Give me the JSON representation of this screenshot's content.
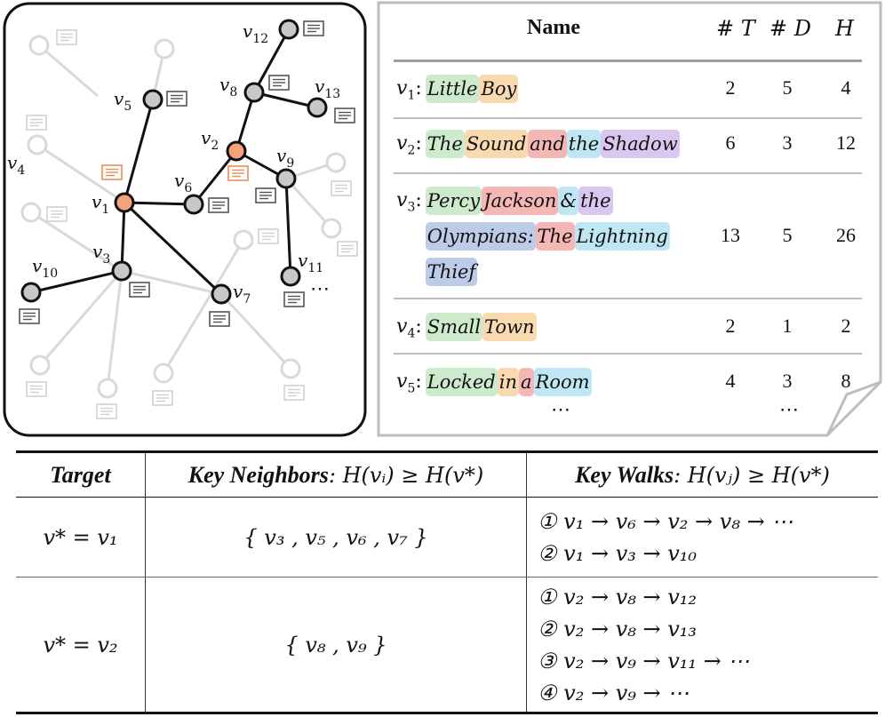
{
  "graph": {
    "node_labels": {
      "v12": "v",
      "v12_sub": "12",
      "v8": "v",
      "v8_sub": "8",
      "v13": "v",
      "v13_sub": "13",
      "v5": "v",
      "v5_sub": "5",
      "v2": "v",
      "v2_sub": "2",
      "v9": "v",
      "v9_sub": "9",
      "v4": "v",
      "v4_sub": "4",
      "v6": "v",
      "v6_sub": "6",
      "v1": "v",
      "v1_sub": "1",
      "v3": "v",
      "v3_sub": "3",
      "v10": "v",
      "v10_sub": "10",
      "v11": "v",
      "v11_sub": "11",
      "v7": "v",
      "v7_sub": "7"
    },
    "ellipsis": "⋯",
    "colors": {
      "highlight": "#f4a27a",
      "node": "#c8c8c8",
      "faded": "#d9d9d9",
      "edge": "#111111"
    }
  },
  "attributes": {
    "headers": {
      "name": "Name",
      "t": "# T",
      "d": "# D",
      "h": "H"
    },
    "rows": [
      {
        "v": "v",
        "sub": "1",
        "tokens": [
          [
            "Little",
            "#cdeacc"
          ],
          [
            "Boy",
            "#f8d9b0"
          ]
        ],
        "t": "2",
        "d": "5",
        "h": "4"
      },
      {
        "v": "v",
        "sub": "2",
        "tokens": [
          [
            "The",
            "#cdeacc"
          ],
          [
            "Sound",
            "#f8d9b0"
          ],
          [
            "and",
            "#f5b6b6"
          ],
          [
            "the",
            "#bfe6f3"
          ],
          [
            "Shadow",
            "#d9c7ef"
          ]
        ],
        "t": "6",
        "d": "3",
        "h": "12"
      },
      {
        "v": "v",
        "sub": "3",
        "tokens": [
          [
            "Percy",
            "#cdeacc"
          ],
          [
            "Jackson",
            "#f5b6b6"
          ],
          [
            "&",
            "#bfe6f3"
          ],
          [
            "the",
            "#d9c7ef"
          ],
          [
            "Olympians:",
            "#bccbe8"
          ],
          [
            "The",
            "#f5b6b6"
          ],
          [
            "Lightning",
            "#bfe6f3"
          ],
          [
            "Thief",
            "#bccbe8"
          ]
        ],
        "t": "13",
        "d": "5",
        "h": "26"
      },
      {
        "v": "v",
        "sub": "4",
        "tokens": [
          [
            "Small",
            "#cdeacc"
          ],
          [
            "Town",
            "#f8d9b0"
          ]
        ],
        "t": "2",
        "d": "1",
        "h": "2"
      },
      {
        "v": "v",
        "sub": "5",
        "tokens": [
          [
            "Locked",
            "#cdeacc"
          ],
          [
            "in",
            "#f8d9b0"
          ],
          [
            "a",
            "#f5b6b6"
          ],
          [
            "Room",
            "#bfe6f3"
          ]
        ],
        "t": "4",
        "d": "3",
        "h": "8"
      }
    ],
    "more_left": "⋯",
    "more_right": "⋯"
  },
  "summary": {
    "col_target": "Target",
    "col_neighbors_bold": "Key Neighbors",
    "col_neighbors_math": ": H(vᵢ) ≥ H(v*)",
    "col_walks_bold": "Key Walks",
    "col_walks_math": ": H(vⱼ) ≥ H(v*)",
    "rows": [
      {
        "target": "v* = v₁",
        "neighbors": "{ v₃ , v₅ , v₆ , v₇ }",
        "walks": [
          "① v₁ → v₆ → v₂ → v₈ → ⋯",
          "② v₁ → v₃ → v₁₀"
        ]
      },
      {
        "target": "v* = v₂",
        "neighbors": "{ v₈ , v₉ }",
        "walks": [
          "① v₂ → v₈ → v₁₂",
          "② v₂ → v₈ → v₁₃",
          "③ v₂ → v₉ → v₁₁ → ⋯",
          "④ v₂ → v₉ → ⋯"
        ]
      }
    ]
  }
}
